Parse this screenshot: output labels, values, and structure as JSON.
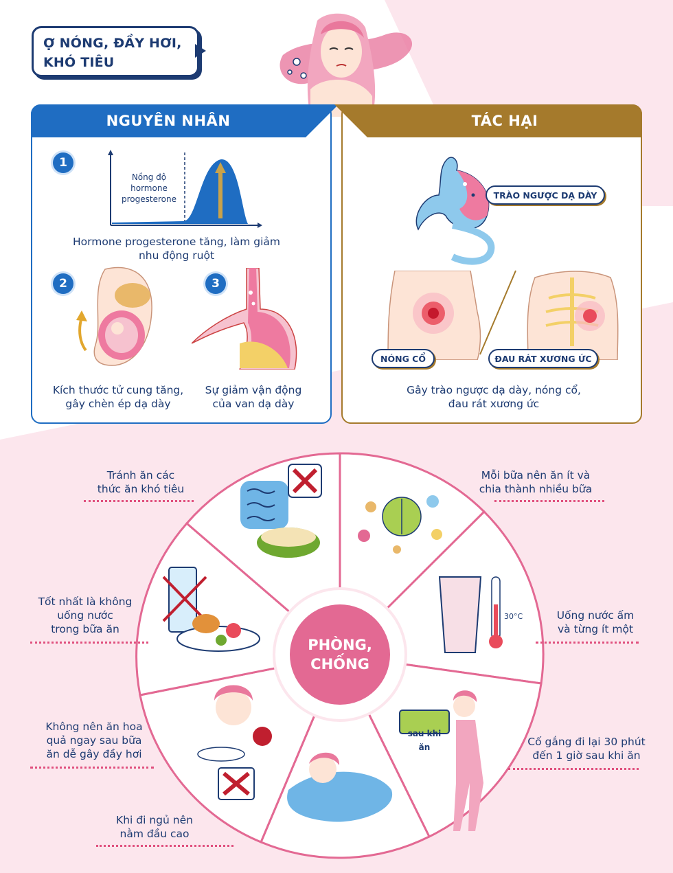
{
  "title": {
    "line1": "Ợ NÓNG, ĐẦY HƠI,",
    "line2": "KHÓ TIÊU"
  },
  "causes": {
    "heading": "NGUYÊN NHÂN",
    "item1": {
      "number": "1",
      "graph_label": [
        "Nồng độ",
        "hormone",
        "progesterone"
      ],
      "caption": [
        "Hormone progesterone tăng, làm giảm",
        "nhu động ruột"
      ]
    },
    "item2": {
      "number": "2",
      "caption": [
        "Kích thước tử cung tăng,",
        "gây chèn ép dạ dày"
      ]
    },
    "item3": {
      "number": "3",
      "caption": [
        "Sự giảm vận động",
        "của van dạ dày"
      ]
    }
  },
  "harms": {
    "heading": "TÁC HẠI",
    "tag_reflux": "TRÀO NGƯỢC DẠ DÀY",
    "tag_throat": "NÓNG CỔ",
    "tag_chest": "ĐAU RÁT XƯƠNG ỨC",
    "caption": [
      "Gây trào ngược dạ dày, nóng cổ,",
      "đau rát xương ức"
    ]
  },
  "prevention": {
    "center": [
      "PHÒNG,",
      "CHỐNG"
    ],
    "tips": {
      "avoid_food": [
        "Tránh ăn các",
        "thức ăn khó tiêu"
      ],
      "small_meals": [
        "Mỗi bữa nên ăn ít và",
        "chia thành nhiều bữa"
      ],
      "no_water": [
        "Tốt nhất là không",
        "uống nước",
        "trong bữa ăn"
      ],
      "warm_water": [
        "Uống nước ấm",
        "và từng ít một"
      ],
      "no_fruit": [
        "Không nên ăn hoa",
        "quả ngay sau bữa",
        "ăn dễ gây đầy hơi"
      ],
      "walk": [
        "Cố gắng đi lại 30 phút",
        "đến 1 giờ sau khi ăn"
      ],
      "sleep": [
        "Khi đi ngủ nên",
        "nằm đầu cao"
      ]
    },
    "temperature": "30°C",
    "after_meal_sign": "sau khi ăn"
  },
  "colors": {
    "blue": "#1f6dc2",
    "navy": "#1d3b72",
    "gold": "#a57a2c",
    "pink": "#e36993",
    "light_pink": "#fbe2ea"
  }
}
